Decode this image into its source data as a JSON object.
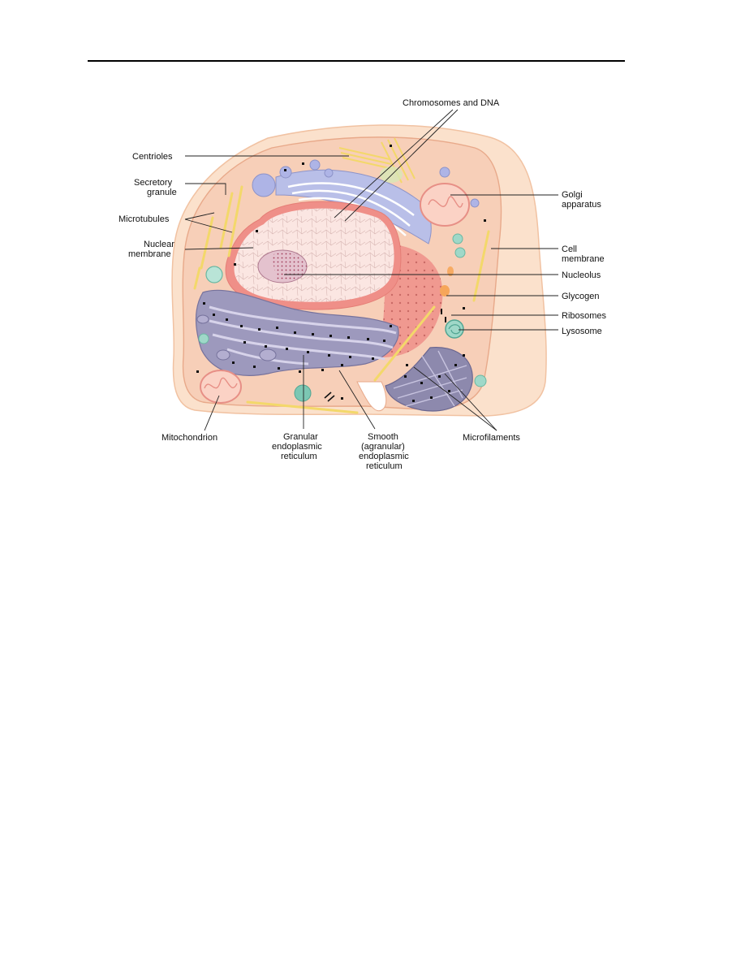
{
  "labels": {
    "chromosomes": "Chromosomes and DNA",
    "centrioles": "Centrioles",
    "secretory_1": "Secretory",
    "secretory_2": "granule",
    "microtubules": "Microtubules",
    "nuclear_1": "Nuclear",
    "nuclear_2": "membrane",
    "golgi_1": "Golgi",
    "golgi_2": "apparatus",
    "cellmem_1": "Cell",
    "cellmem_2": "membrane",
    "nucleolus": "Nucleolus",
    "glycogen": "Glycogen",
    "ribosomes": "Ribosomes",
    "lysosome": "Lysosome",
    "mitochondrion": "Mitochondrion",
    "granular_1": "Granular",
    "granular_2": "endoplasmic",
    "granular_3": "reticulum",
    "smooth_1": "Smooth",
    "smooth_2": "(agranular)",
    "smooth_3": "endoplasmic",
    "smooth_4": "reticulum",
    "microfilaments": "Microfilaments"
  },
  "colors": {
    "cytoplasm": "#f7cfb8",
    "outer_rim": "#fbe1cc",
    "nucleus": "#fbe6e2",
    "er_purple": "#9d99bd",
    "golgi_blue": "#b9bfe8",
    "rough_er_pink": "#ef8f88",
    "vesicle_teal": "#7cc7b3",
    "microtubule_yellow": "#f3d86a"
  }
}
